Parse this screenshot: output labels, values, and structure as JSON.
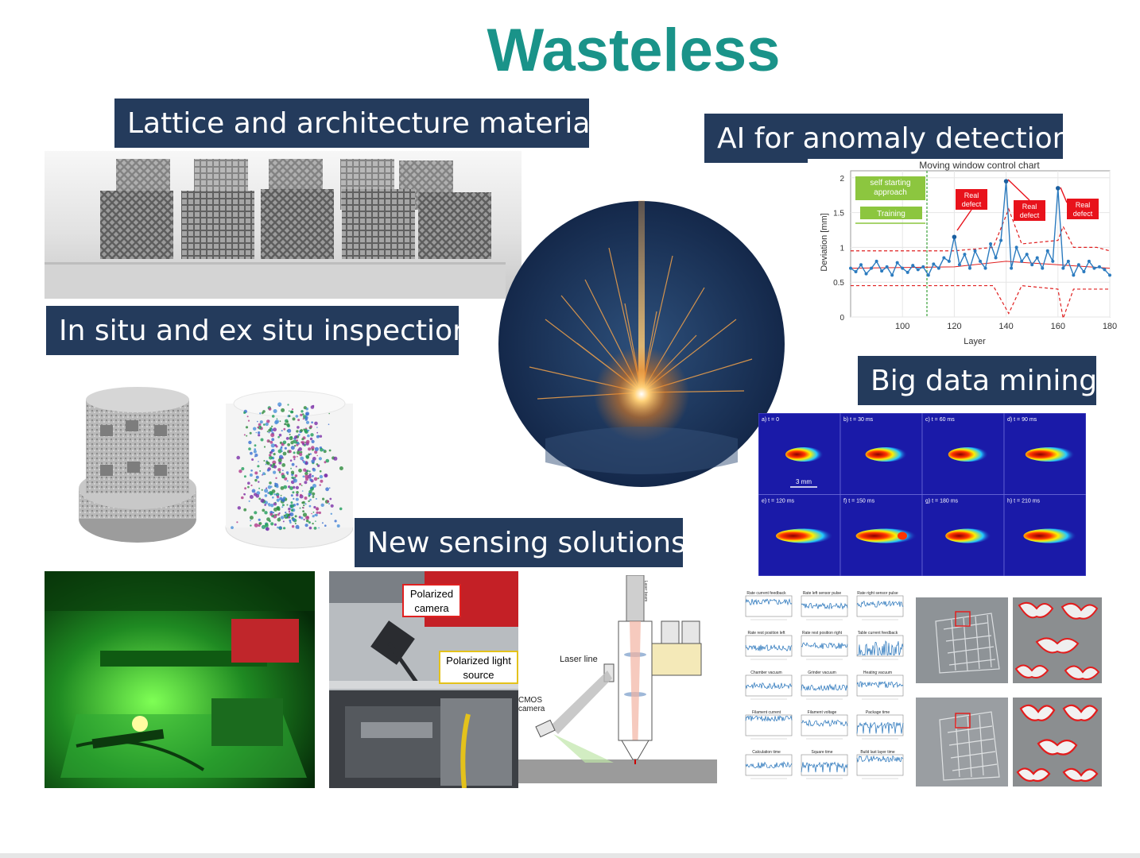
{
  "title": "Wasteless",
  "labels": {
    "lattice": "Lattice and architecture materials",
    "ai": "AI for anomaly detection",
    "insitu": "In situ and ex situ inspection",
    "bigdata": "Big data mining",
    "sensing": "New sensing solutions"
  },
  "control_chart": {
    "title": "Moving window control chart",
    "xlabel": "Layer",
    "ylabel": "Deviation [mm]",
    "x_ticks": [
      "100",
      "120",
      "140",
      "160",
      "180"
    ],
    "y_ticks": [
      "0",
      "0.5",
      "1",
      "1.5",
      "2"
    ],
    "self_start_label": "self starting approach",
    "training_label": "Training",
    "defect_labels": [
      "Real defect",
      "Real defect",
      "Real defect"
    ],
    "colors": {
      "series": "#2b7bbf",
      "limits": "#e02020",
      "training": "#8cc63f",
      "defect_box": "#e8121b"
    }
  },
  "melt_pool_grid": {
    "panels": [
      "a) t = 0",
      "b) t = 30 ms",
      "c) t = 60 ms",
      "d) t = 90 ms",
      "e) t = 120 ms",
      "f) t = 150 ms",
      "g) t = 180 ms",
      "h) t = 210 ms"
    ],
    "scale_bar": "3 mm"
  },
  "sensing": {
    "polarized_camera": "Polarized camera",
    "polarized_light": "Polarized light source",
    "laser_line": "Laser line",
    "cmos_camera": "CMOS camera"
  },
  "signal_panels": [
    "Rate current feedback",
    "Rate left sensor pulse",
    "Rate right sensor pulse",
    "Rate rest position left",
    "Rate rest position right",
    "Table current feedback",
    "Chamber vacuum",
    "Grinder vacuum",
    "Heating vacuum",
    "Filament current",
    "Filament voltage",
    "Package time",
    "Calculation time",
    "Square time",
    "Build last layer time"
  ],
  "chart_data": {
    "type": "line",
    "title": "Moving window control chart",
    "xlabel": "Layer",
    "ylabel": "Deviation [mm]",
    "xlim": [
      80,
      180
    ],
    "ylim": [
      0,
      2.1
    ],
    "series": [
      {
        "x": [
          80,
          82,
          84,
          86,
          88,
          90,
          92,
          94,
          96,
          98,
          100,
          102,
          104,
          106,
          108,
          110,
          112,
          114,
          116,
          118,
          120,
          122,
          124,
          126,
          128,
          130,
          132,
          134,
          136,
          138,
          140,
          142,
          144,
          146,
          148,
          150,
          152,
          154,
          156,
          158,
          160,
          162,
          164,
          166,
          168,
          170,
          172,
          174,
          176,
          178,
          180
        ],
        "values": [
          0.7,
          0.65,
          0.75,
          0.62,
          0.7,
          0.8,
          0.66,
          0.72,
          0.6,
          0.78,
          0.7,
          0.64,
          0.74,
          0.68,
          0.72,
          0.6,
          0.76,
          0.7,
          0.85,
          0.8,
          1.15,
          0.75,
          0.9,
          0.7,
          0.95,
          0.8,
          0.7,
          1.05,
          0.85,
          1.1,
          1.95,
          0.7,
          1.0,
          0.8,
          0.9,
          0.75,
          0.85,
          0.7,
          0.95,
          0.8,
          1.85,
          0.7,
          0.8,
          0.6,
          0.75,
          0.65,
          0.8,
          0.7,
          0.72,
          0.68,
          0.6
        ]
      }
    ]
  }
}
